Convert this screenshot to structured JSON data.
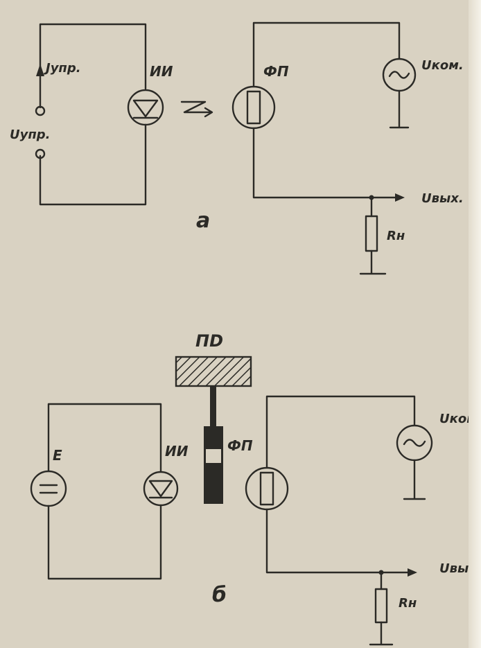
{
  "diagram_a": {
    "control_current": "Jупр.",
    "control_voltage": "Uупр.",
    "emitter": "ИИ",
    "photodetector": "ФП",
    "switched_voltage": "Uком.",
    "output_voltage": "Uвых.",
    "load_resistor": "Rн",
    "caption": "a"
  },
  "diagram_b": {
    "modulator": "ПD",
    "source": "E",
    "emitter": "ИИ",
    "photodetector": "ФП",
    "switched_voltage": "Uком",
    "output_voltage": "Uвы",
    "load_resistor": "Rн",
    "caption": "б"
  },
  "colors": {
    "paper": "#d9d2c2",
    "ink": "#2b2a26"
  }
}
